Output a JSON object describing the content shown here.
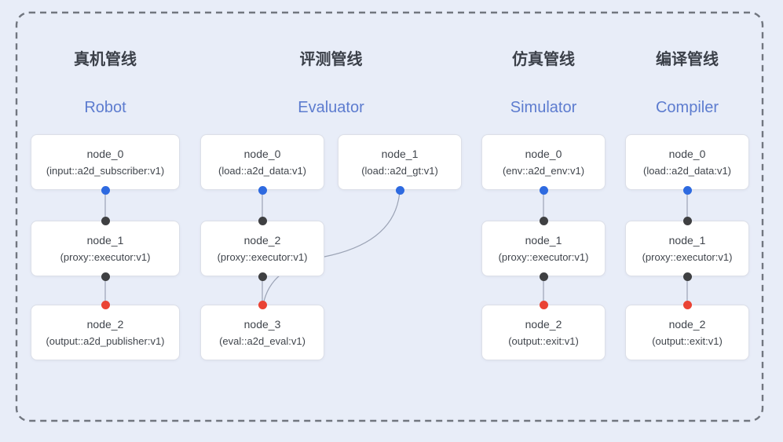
{
  "diagram": {
    "pipelines": [
      {
        "name_zh": "真机管线",
        "name_en": "Robot",
        "nodes": [
          {
            "title": "node_0",
            "subtitle": "(input::a2d_subscriber:v1)"
          },
          {
            "title": "node_1",
            "subtitle": "(proxy::executor:v1)"
          },
          {
            "title": "node_2",
            "subtitle": "(output::a2d_publisher:v1)"
          }
        ]
      },
      {
        "name_zh": "评测管线",
        "name_en": "Evaluator",
        "nodes": [
          {
            "title": "node_0",
            "subtitle": "(load::a2d_data:v1)"
          },
          {
            "title": "node_1",
            "subtitle": "(load::a2d_gt:v1)"
          },
          {
            "title": "node_2",
            "subtitle": "(proxy::executor:v1)"
          },
          {
            "title": "node_3",
            "subtitle": "(eval::a2d_eval:v1)"
          }
        ]
      },
      {
        "name_zh": "仿真管线",
        "name_en": "Simulator",
        "nodes": [
          {
            "title": "node_0",
            "subtitle": "(env::a2d_env:v1)"
          },
          {
            "title": "node_1",
            "subtitle": "(proxy::executor:v1)"
          },
          {
            "title": "node_2",
            "subtitle": "(output::exit:v1)"
          }
        ]
      },
      {
        "name_zh": "编译管线",
        "name_en": "Compiler",
        "nodes": [
          {
            "title": "node_0",
            "subtitle": "(load::a2d_data:v1)"
          },
          {
            "title": "node_1",
            "subtitle": "(proxy::executor:v1)"
          },
          {
            "title": "node_2",
            "subtitle": "(output::exit:v1)"
          }
        ]
      }
    ],
    "colors": {
      "background": "#e8edf8",
      "node_fill": "#ffffff",
      "node_border": "#dcdfe8",
      "port_output_blue": "#2e6ae0",
      "port_input_dark": "#3f4042",
      "port_terminal_red": "#ea4334",
      "edge_line": "#9ba3b5",
      "dashed_border": "#71767f",
      "header_zh_color": "#3b4049",
      "header_en_color": "#5d7ccf"
    }
  }
}
